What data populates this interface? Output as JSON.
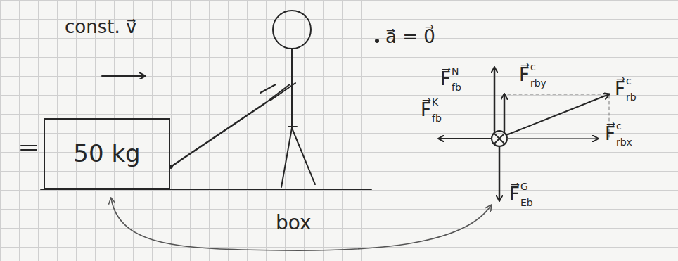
{
  "diagram": {
    "nodes": [
      {
        "text": [
          "50 kg"
        ]
      }
    ],
    "labels": [
      "const. v⃗",
      "a⃗ = 0⃗",
      "box",
      "F⃗",
      "fb",
      "N",
      "F⃗",
      "rby",
      "c",
      "F⃗",
      "rb",
      "c",
      "F⃗",
      "rbx",
      "c",
      "F⃗",
      "fb",
      "K",
      "F⃗",
      "Eb",
      "G"
    ]
  }
}
